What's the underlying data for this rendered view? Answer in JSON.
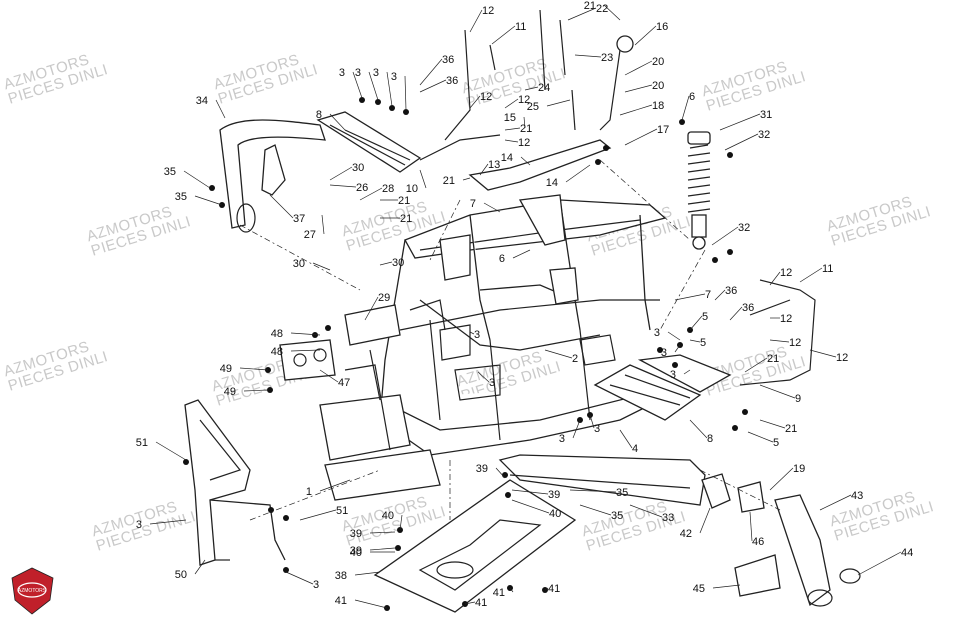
{
  "diagram": {
    "watermark": {
      "line1": "AZMOTORS",
      "line2": "PIECES DINLI"
    },
    "logo": {
      "text": "AZMOTORS",
      "color": "#c0202a"
    },
    "colors": {
      "line": "#222222",
      "watermark": "#c9c9c9",
      "background": "#ffffff"
    },
    "callouts": [
      "1",
      "2",
      "3",
      "4",
      "5",
      "6",
      "7",
      "8",
      "9",
      "10",
      "11",
      "12",
      "13",
      "14",
      "15",
      "16",
      "17",
      "18",
      "19",
      "20",
      "21",
      "22",
      "23",
      "24",
      "25",
      "26",
      "27",
      "28",
      "29",
      "30",
      "31",
      "32",
      "33",
      "34",
      "35",
      "36",
      "37",
      "38",
      "39",
      "40",
      "41",
      "42",
      "43",
      "44",
      "45",
      "46",
      "47",
      "48",
      "49",
      "50",
      "51"
    ]
  }
}
